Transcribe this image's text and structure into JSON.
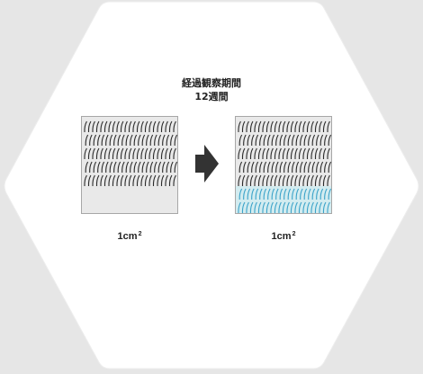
{
  "diagram": {
    "period_title": "経過観察期間",
    "period_value": "12週間",
    "before_panel": {
      "label": "1cm",
      "label_sup": "2",
      "hair_rows": 5
    },
    "after_panel": {
      "label": "1cm",
      "label_sup": "2",
      "hair_rows": 5,
      "new_hair_rows": 2
    },
    "arrow_icon": "right-arrow-icon",
    "colors": {
      "background": "#e6e6e6",
      "hexagon": "#ffffff",
      "panel": "#e9e9e9",
      "hair": "#2b2b2b",
      "new_hair": "#3ba3c9",
      "new_hair_area": "#d3ecf0",
      "arrow": "#333333"
    }
  }
}
